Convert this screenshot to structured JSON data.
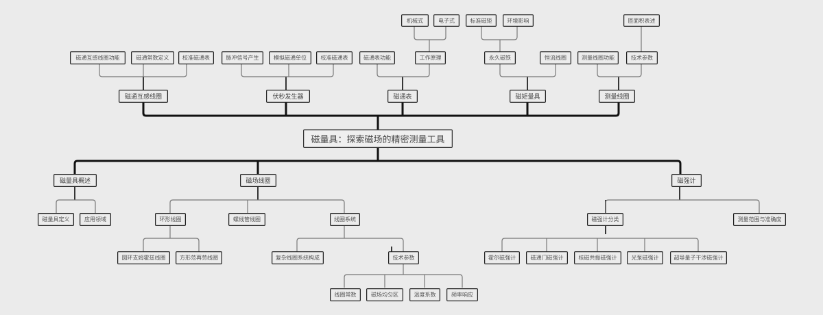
{
  "mindmap": {
    "root": "磁量具：探索磁场的精密测量工具",
    "top": {
      "mutual_coil": {
        "label": "磁通互感线圈",
        "children": [
          "磁通互感线圈功能",
          "磁通常数定义",
          "校准磁通表"
        ]
      },
      "volt_second": {
        "label": "伏秒发生器",
        "children": [
          "脉冲信号产生",
          "模拟磁通单位",
          "校准磁通表"
        ]
      },
      "fluxmeter": {
        "label": "磁通表",
        "children": [
          "磁通表功能",
          "工作原理"
        ],
        "working_principle_children": [
          "机械式",
          "电子式"
        ]
      },
      "moment": {
        "label": "磁矩量具",
        "children": [
          "永久磁铁",
          "恒流线圈"
        ],
        "permanent_magnet_children": [
          "标准磁矩",
          "环境影响"
        ]
      },
      "measure_coil": {
        "label": "测量线圈",
        "children": [
          "测量线圈功能",
          "技术参数"
        ],
        "tech_children": [
          "匝面积表述"
        ]
      }
    },
    "bottom": {
      "overview": {
        "label": "磁量具概述",
        "children": [
          "磁量具定义",
          "应用领域"
        ]
      },
      "field_coil": {
        "label": "磁场线圈",
        "children": [
          "环形线圈",
          "螺线管线圈",
          "线圈系统"
        ],
        "ring_children": [
          "圆环支姆霍兹线圈",
          "方形范再劳线圈"
        ],
        "system_children": [
          "复杂线圈系统构成",
          "技术参数"
        ],
        "tech_children": [
          "线圈常数",
          "磁场均匀区",
          "温度系数",
          "频率响应"
        ]
      },
      "magnetometer": {
        "label": "磁强计",
        "children": [
          "磁强计分类",
          "测量范围与准确度"
        ],
        "type_children": [
          "霍尔磁强计",
          "磁通门磁强计",
          "核磁共振磁强计",
          "光泵磁强计",
          "超导量子干涉磁强计"
        ]
      }
    }
  },
  "colors": {
    "background": "#ebebeb",
    "node_border": "#222222",
    "trunk_line": "#111111",
    "branch_line": "#777777",
    "text": "#555555"
  }
}
